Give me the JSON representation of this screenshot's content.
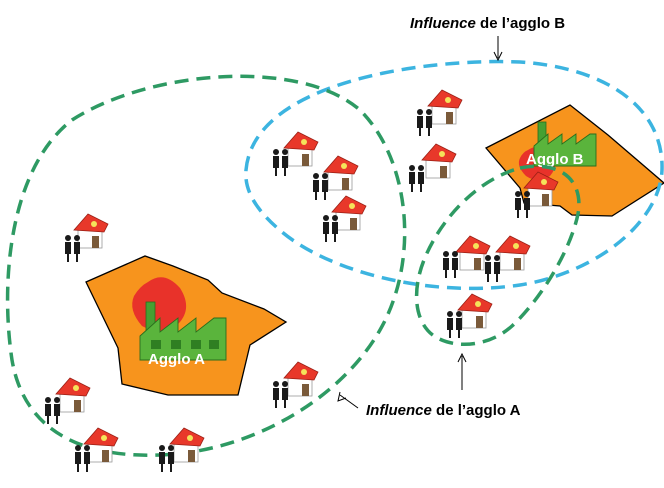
{
  "agglomerations": [
    {
      "id": "A",
      "label": "Agglo A"
    },
    {
      "id": "B",
      "label": "Agglo B"
    }
  ],
  "captions": {
    "influence_b": {
      "italic": "Influence",
      "rest": " de l’agglo B"
    },
    "influence_a": {
      "italic": "Influence",
      "rest": " de l’agglo A"
    }
  },
  "colors": {
    "territory_fill": "#f7941d",
    "territory_stroke": "#000000",
    "influence_a": "#2e9a63",
    "influence_b": "#3cb4e0",
    "factory_green": "#5ab43c",
    "pollution_red": "#e8322a",
    "roof_red": "#e8382a",
    "house_wall": "#ffffff",
    "person": "#1a1a1a"
  },
  "icons": [
    "house-icon",
    "people-icon",
    "factory-icon",
    "pollution-cloud-icon",
    "arrow-icon"
  ]
}
